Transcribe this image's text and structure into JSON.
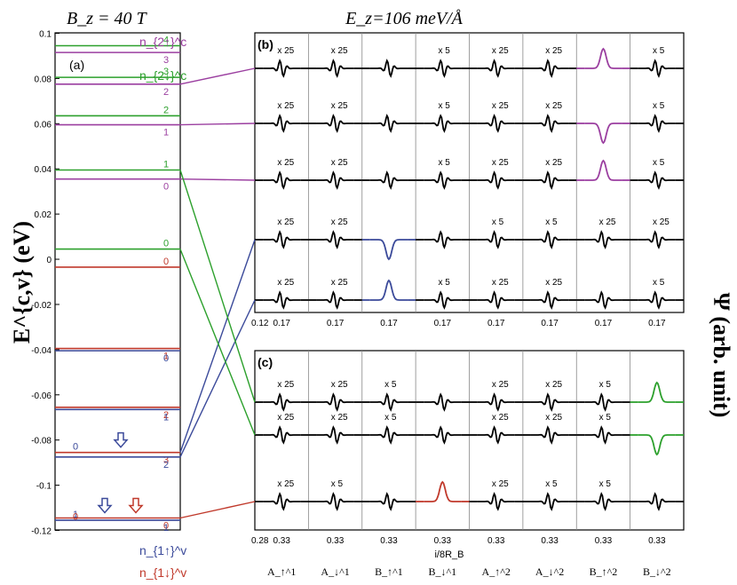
{
  "chart_data": [
    {
      "type": "line",
      "panel": "(a)",
      "title": "B_z = 40 T",
      "ylabel": "E^{c,v} (eV)",
      "ylim": [
        -0.12,
        0.1
      ],
      "yticks": [
        0.1,
        0.08,
        0.06,
        0.04,
        0.02,
        0,
        -0.02,
        -0.04,
        -0.06,
        -0.08,
        -0.1,
        -0.12
      ],
      "ytick_labels": [
        "0.1",
        "0.08",
        "0.06",
        "0.04",
        "0.02",
        "0",
        "-0.02",
        "-0.04",
        "-0.06",
        "-0.08",
        "-0.1",
        "-0.12"
      ],
      "legend": [
        {
          "text": "n_{2↑}^c",
          "color": "#9b3fa0"
        },
        {
          "text": "n_{2↓}^c",
          "color": "#2ca02c"
        },
        {
          "text": "n_{1↑}^v",
          "color": "#3b4a9a"
        },
        {
          "text": "n_{1↓}^v",
          "color": "#c0392b"
        }
      ],
      "series": [
        {
          "color": "#2ca02c",
          "levels": [
            {
              "y": 0.0945,
              "label": "4"
            },
            {
              "y": 0.0805,
              "label": "3"
            },
            {
              "y": 0.0635,
              "label": "2"
            },
            {
              "y": 0.0395,
              "label": "1"
            },
            {
              "y": 0.0045,
              "label": "0"
            }
          ]
        },
        {
          "color": "#9b3fa0",
          "levels": [
            {
              "y": 0.0915,
              "label": "3"
            },
            {
              "y": 0.0775,
              "label": "2"
            },
            {
              "y": 0.0595,
              "label": "1"
            },
            {
              "y": 0.0355,
              "label": "0"
            }
          ]
        },
        {
          "color": "#c0392b",
          "levels": [
            {
              "y": -0.0035,
              "label": "0"
            },
            {
              "y": -0.0395,
              "label": "1"
            },
            {
              "y": -0.0655,
              "label": "2"
            },
            {
              "y": -0.0855,
              "label": "3"
            },
            {
              "y": -0.1145,
              "label": "0"
            }
          ]
        },
        {
          "color": "#3b4a9a",
          "levels": [
            {
              "y": -0.0405,
              "label": "0"
            },
            {
              "y": -0.0665,
              "label": "1"
            },
            {
              "y": -0.0875,
              "label": "2"
            },
            {
              "y": -0.1155,
              "label": "1"
            }
          ]
        }
      ],
      "left_labels": [
        {
          "y": -0.0855,
          "label": "0",
          "color": "#3b4a9a"
        },
        {
          "y": -0.1155,
          "label": "1",
          "color": "#3b4a9a"
        },
        {
          "y": -0.1165,
          "label": "0",
          "color": "#c0392b"
        }
      ],
      "arrows": [
        {
          "y": -0.0855,
          "color": "#3b4a9a"
        },
        {
          "y": -0.1145,
          "color": "#3b4a9a"
        },
        {
          "y": -0.1145,
          "color": "#c0392b"
        }
      ]
    },
    {
      "type": "line",
      "title": "E_z=106 meV/Å",
      "ylabel": "Ψ (arb. unit)",
      "xlabel": "i/8R_B",
      "sublattices": [
        "A_↑^1",
        "A_↓^1",
        "B_↑^1",
        "B_↓^1",
        "A_↑^2",
        "A_↓^2",
        "B_↑^2",
        "B_↓^2"
      ],
      "panels": [
        {
          "label": "(b)",
          "first_tick": "0.12",
          "tick": "0.17",
          "rows": [
            {
              "level_y": 0.0775,
              "color": "#9b3fa0",
              "scales": [
                "x 25",
                "x 25",
                "",
                "x 5",
                "x 25",
                "x 25",
                "",
                "x 5"
              ],
              "colored_cell": 6
            },
            {
              "level_y": 0.0595,
              "color": "#9b3fa0",
              "scales": [
                "x 25",
                "x 25",
                "",
                "x 5",
                "x 25",
                "x 25",
                "",
                "x 5"
              ],
              "colored_cell": 6
            },
            {
              "level_y": 0.0355,
              "color": "#9b3fa0",
              "scales": [
                "x 25",
                "x 25",
                "",
                "x 5",
                "x 25",
                "x 25",
                "",
                "x 5"
              ],
              "colored_cell": 6
            },
            {
              "level_y": -0.0855,
              "color": "#3b4a9a",
              "scales": [
                "x 25",
                "x 25",
                "",
                "",
                "x 5",
                "x 5",
                "x 25",
                "x 25"
              ],
              "colored_cell": 2
            },
            {
              "level_y": -0.0875,
              "color": "#3b4a9a",
              "scales": [
                "x 25",
                "x 25",
                "",
                "x 5",
                "x 25",
                "x 25",
                "",
                "x 5"
              ],
              "colored_cell": 2
            }
          ]
        },
        {
          "label": "(c)",
          "first_tick": "0.28",
          "tick": "0.33",
          "rows": [
            {
              "level_y": 0.0395,
              "color": "#2ca02c",
              "scales": [
                "x 25",
                "x 25",
                "x 5",
                "",
                "x 25",
                "x 25",
                "x 5",
                ""
              ],
              "colored_cell": 7
            },
            {
              "level_y": 0.0045,
              "color": "#2ca02c",
              "scales": [
                "x 25",
                "x 25",
                "x 5",
                "",
                "x 25",
                "x 25",
                "x 5",
                ""
              ],
              "colored_cell": 7
            },
            {
              "level_y": -0.1145,
              "color": "#c0392b",
              "scales": [
                "x 25",
                "x 5",
                "",
                "",
                "x 25",
                "x 5",
                "x 5",
                ""
              ],
              "colored_cell": 3
            }
          ]
        }
      ]
    }
  ]
}
